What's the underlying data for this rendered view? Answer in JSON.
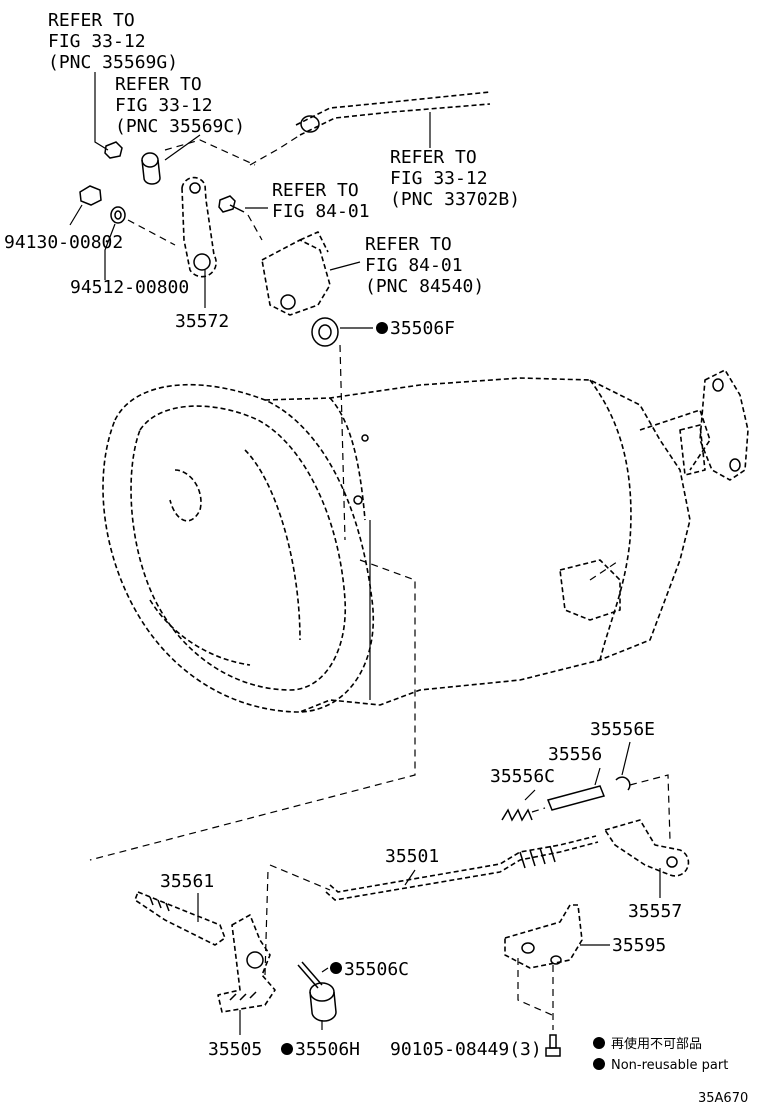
{
  "refs": {
    "r1": [
      "REFER TO",
      "FIG 33-12",
      "(PNC 35569G)"
    ],
    "r2": [
      "REFER TO",
      "FIG 33-12",
      "(PNC 35569C)"
    ],
    "r3": [
      "REFER TO",
      "FIG 33-12",
      "(PNC 33702B)"
    ],
    "r4": [
      "REFER TO",
      "FIG 84-01"
    ],
    "r5": [
      "REFER TO",
      "FIG 84-01",
      "(PNC 84540)"
    ]
  },
  "parts": {
    "p94130": "94130-00802",
    "p94512": "94512-00800",
    "p35572": "35572",
    "p35506F": "35506F",
    "p35556E": "35556E",
    "p35556": "35556",
    "p35556C": "35556C",
    "p35501": "35501",
    "p35557": "35557",
    "p35561": "35561",
    "p35595": "35595",
    "p35506C": "35506C",
    "p35505": "35505",
    "p35506H": "35506H",
    "p90105": "90105-08449(3)"
  },
  "legend": {
    "jp": "再使用不可部品",
    "en": "Non-reusable part"
  },
  "figure_code": "35A670"
}
